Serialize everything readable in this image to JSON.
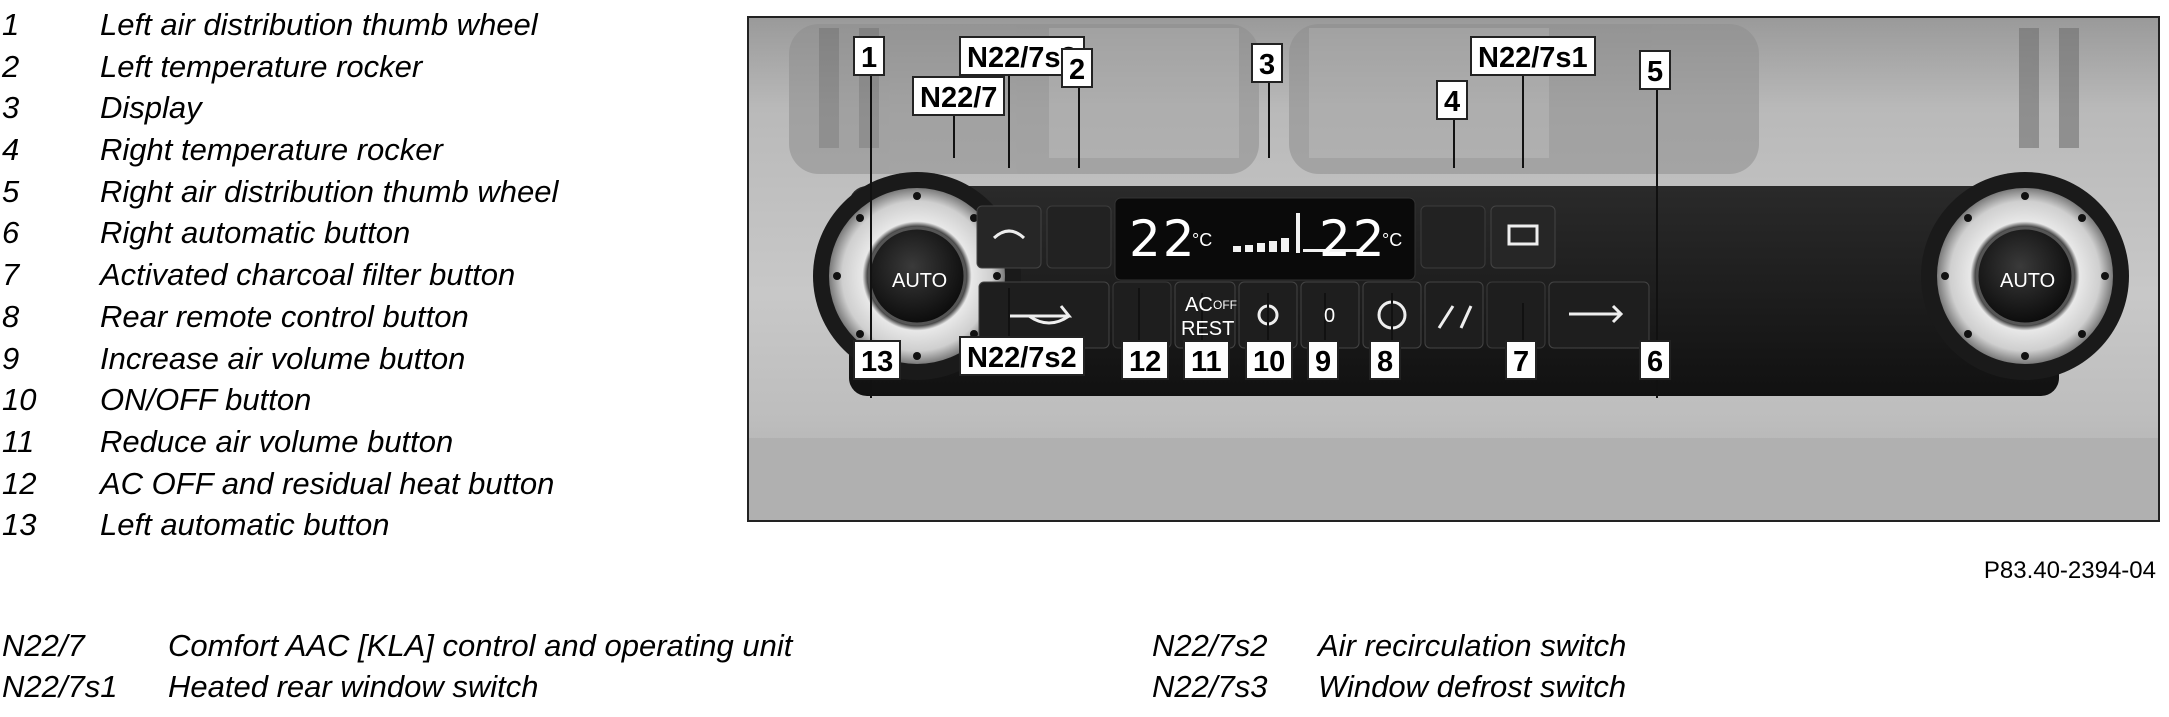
{
  "legend": [
    {
      "num": "1",
      "text": "Left air distribution thumb wheel"
    },
    {
      "num": "2",
      "text": "Left temperature rocker"
    },
    {
      "num": "3",
      "text": "Display"
    },
    {
      "num": "4",
      "text": "Right temperature rocker"
    },
    {
      "num": "5",
      "text": "Right air distribution thumb wheel"
    },
    {
      "num": "6",
      "text": "Right automatic button"
    },
    {
      "num": "7",
      "text": "Activated charcoal filter button"
    },
    {
      "num": "8",
      "text": "Rear remote control button"
    },
    {
      "num": "9",
      "text": "Increase air volume button"
    },
    {
      "num": "10",
      "text": "ON/OFF button"
    },
    {
      "num": "11",
      "text": "Reduce air volume button"
    },
    {
      "num": "12",
      "text": "AC OFF and residual heat button"
    },
    {
      "num": "13",
      "text": "Left automatic button"
    }
  ],
  "components": [
    {
      "code": "N22/7",
      "desc": "Comfort AAC [KLA] control and operating unit"
    },
    {
      "code": "N22/7s1",
      "desc": "Heated rear window switch"
    },
    {
      "code": "N22/7s2",
      "desc": "Air recirculation switch"
    },
    {
      "code": "N22/7s3",
      "desc": "Window defrost switch"
    }
  ],
  "reference": "P83.40-2394-04",
  "callouts": {
    "c1": "1",
    "c2": "2",
    "c3": "3",
    "c4": "4",
    "c5": "5",
    "c6": "6",
    "c7": "7",
    "c8": "8",
    "c9": "9",
    "c10": "10",
    "c11": "11",
    "c12": "12",
    "c13": "13",
    "n22_7": "N22/7",
    "n22_7s1": "N22/7s1",
    "n22_7s2": "N22/7s2",
    "n22_7s3": "N22/7s3"
  },
  "panel": {
    "knob_label": "AUTO",
    "temp_left": "22",
    "temp_right": "22",
    "unit": "°C",
    "ac_label": "AC",
    "off_label": "OFF",
    "rest_label": "REST",
    "onoff_label": "0"
  }
}
